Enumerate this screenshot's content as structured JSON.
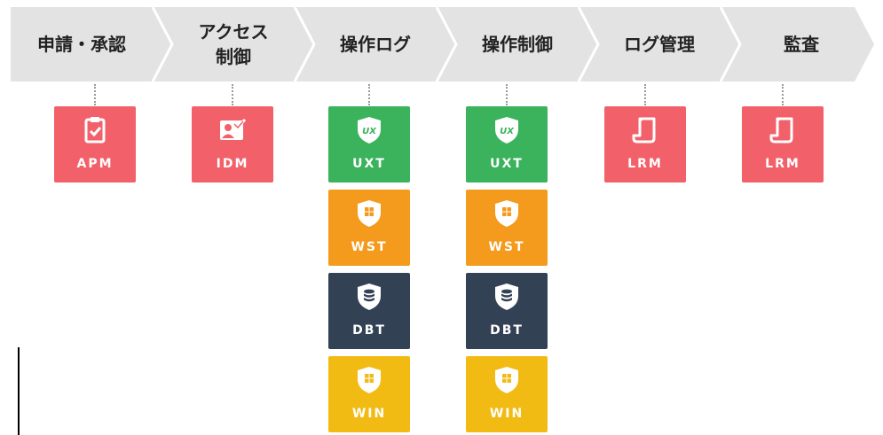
{
  "steps": [
    {
      "label": "申請・承認",
      "products": [
        {
          "code": "APM",
          "icon": "clipboard-check-icon",
          "color": "#f2616a"
        }
      ]
    },
    {
      "label": "アクセス\n制御",
      "products": [
        {
          "code": "IDM",
          "icon": "id-card-check-icon",
          "color": "#f2616a"
        }
      ]
    },
    {
      "label": "操作ログ",
      "products": [
        {
          "code": "UXT",
          "icon": "ux-shield-icon",
          "icon_text": "UX",
          "color": "#3bb25c"
        },
        {
          "code": "WST",
          "icon": "windows-shield-icon",
          "color": "#f49a1c"
        },
        {
          "code": "DBT",
          "icon": "database-shield-icon",
          "color": "#334155"
        },
        {
          "code": "WIN",
          "icon": "windows-shield-icon",
          "color": "#f2bb14"
        }
      ]
    },
    {
      "label": "操作制御",
      "products": [
        {
          "code": "UXT",
          "icon": "ux-shield-icon",
          "icon_text": "UX",
          "color": "#3bb25c"
        },
        {
          "code": "WST",
          "icon": "windows-shield-icon",
          "color": "#f49a1c"
        },
        {
          "code": "DBT",
          "icon": "database-shield-icon",
          "color": "#334155"
        },
        {
          "code": "WIN",
          "icon": "windows-shield-icon",
          "color": "#f2bb14"
        }
      ]
    },
    {
      "label": "ログ管理",
      "products": [
        {
          "code": "LRM",
          "icon": "scroll-icon",
          "color": "#f2616a"
        }
      ]
    },
    {
      "label": "監査",
      "products": [
        {
          "code": "LRM",
          "icon": "scroll-icon",
          "color": "#f2616a"
        }
      ]
    }
  ],
  "colors": {
    "chevron": "#e3e3e3",
    "chevron_divider": "#ffffff",
    "connector": "#9a9a9a"
  }
}
